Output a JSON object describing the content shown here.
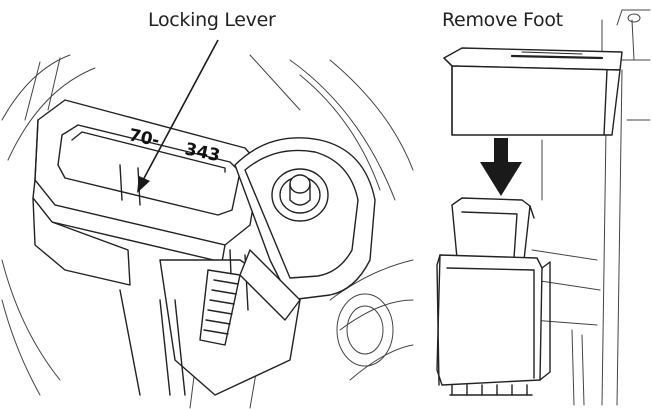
{
  "figures": [
    {
      "caption": "Locking Lever",
      "part_number_left": "70-",
      "part_number_right": "343"
    },
    {
      "caption": "Remove Foot"
    }
  ],
  "colors": {
    "line": "#222222",
    "background": "#ffffff",
    "arrow": "#1a1a1a"
  }
}
